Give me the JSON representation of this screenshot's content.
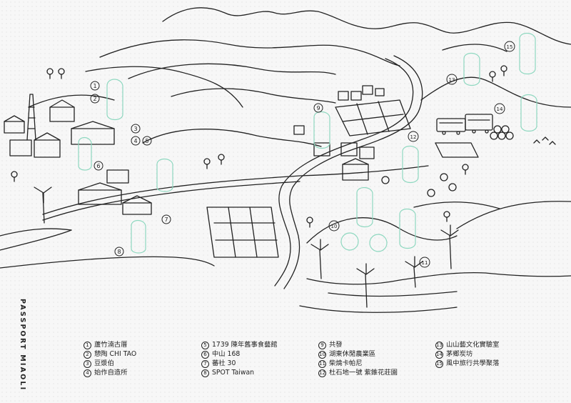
{
  "title": "PASSPORT MIAOLI",
  "colors": {
    "line": "#222222",
    "accent": "#8fd8c0",
    "background": "#f7f7f7"
  },
  "spots": [
    {
      "no": "1",
      "name": "蘆竹湳古厝"
    },
    {
      "no": "2",
      "name": "憩陶 CHI TAO"
    },
    {
      "no": "3",
      "name": "豆漿伯"
    },
    {
      "no": "4",
      "name": "始作自造所"
    },
    {
      "no": "5",
      "name": "1739 陳年舊事食藝館"
    },
    {
      "no": "6",
      "name": "中山 168"
    },
    {
      "no": "7",
      "name": "蕃社 30"
    },
    {
      "no": "8",
      "name": "SPOT Taiwan"
    },
    {
      "no": "9",
      "name": "共發"
    },
    {
      "no": "10",
      "name": "湖東休閒農業區"
    },
    {
      "no": "11",
      "name": "柴燒卡帕尼"
    },
    {
      "no": "12",
      "name": "杜石地一號 紫錐花莊園"
    },
    {
      "no": "13",
      "name": "山山藝文化實驗室"
    },
    {
      "no": "14",
      "name": "茅鄉炭坊"
    },
    {
      "no": "15",
      "name": "風中旅行共學聚落"
    }
  ],
  "map_markers": [
    "1",
    "2",
    "3",
    "4",
    "5",
    "6",
    "7",
    "8",
    "9",
    "10",
    "11",
    "12",
    "13",
    "14",
    "15"
  ]
}
